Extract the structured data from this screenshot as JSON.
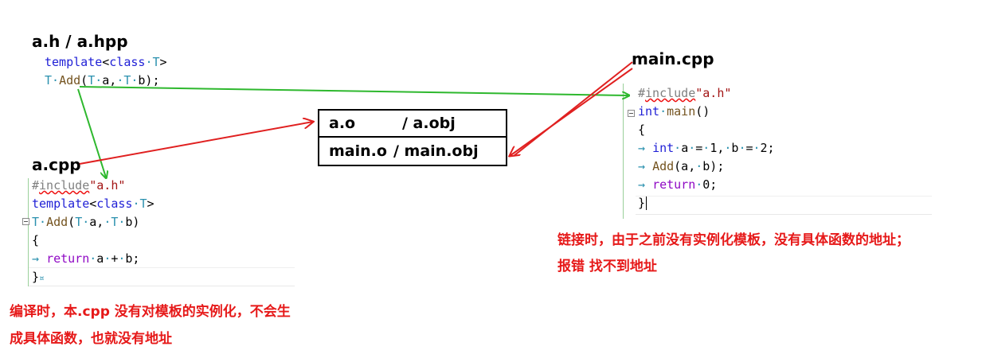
{
  "headings": {
    "header_file": "a.h  /  a.hpp",
    "cpp_file": "a.cpp",
    "main_file": "main.cpp"
  },
  "object_files": {
    "row1_left": "a.o",
    "row1_right": "/ a.obj",
    "row2_left": "main.o",
    "row2_right": "/ main.obj"
  },
  "header_code": [
    "template<class·T>",
    "T·Add(T·a,·T·b);"
  ],
  "cpp_code": [
    "#include\"a.h\"",
    "template<class·T>",
    "T·Add(T·a,·T·b)",
    "{",
    "→   return·a·+·b;",
    "}"
  ],
  "main_code": [
    "#include\"a.h\"",
    "int·main()",
    "{",
    "→   int·a·=·1,·b·=·2;",
    "→   Add(a,·b);",
    "→   return·0;",
    "}"
  ],
  "notes": {
    "link_line1": "链接时，由于之前没有实例化模板，没有具体函数的地址；",
    "link_line2": "报错 找不到地址",
    "compile_line1": "编译时，本.cpp 没有对模板的实例化，不会生",
    "compile_line2": "成具体函数，也就没有地址"
  },
  "colors": {
    "keyword": "#1f1fd6",
    "type_param": "#2b91af",
    "preprocessor": "#808080",
    "string": "#a31515",
    "return_keyword": "#8f08c4",
    "note_red": "#e61919",
    "arrow_green": "#2eb82e",
    "arrow_red": "#e02020"
  }
}
